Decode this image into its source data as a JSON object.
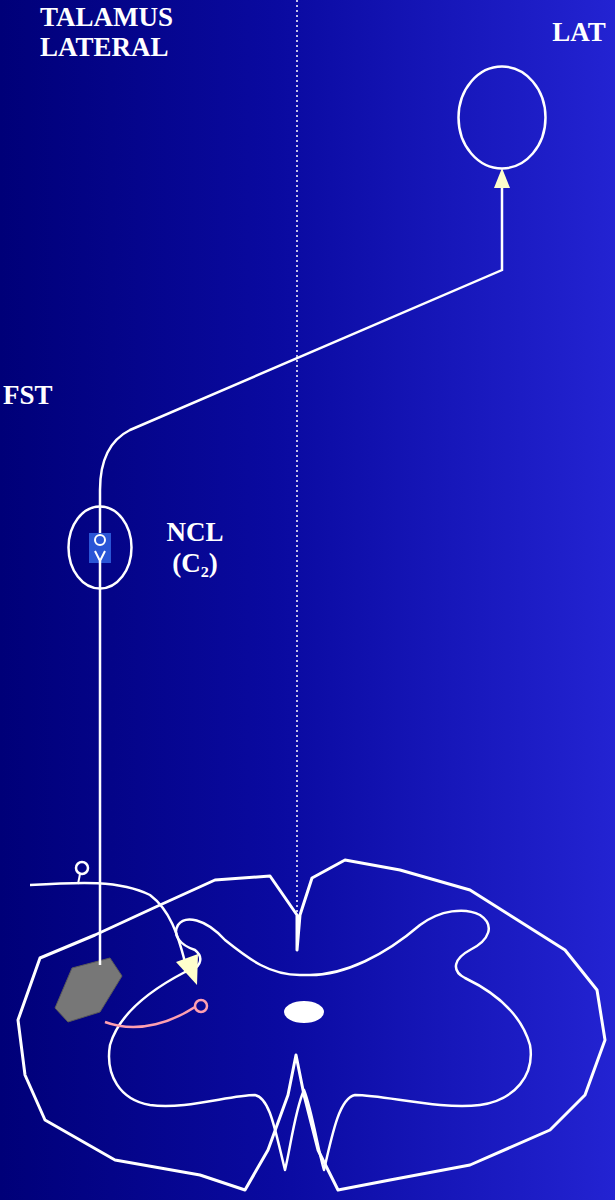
{
  "diagram": {
    "nodes": [
      {
        "text": [
          "LAT"
        ]
      },
      {
        "text": [
          "NCL (C₂)"
        ]
      }
    ],
    "edges": [
      {
        "from": 1,
        "to": 0,
        "arrow": "to"
      }
    ],
    "labels": [
      "TALAMUS",
      "LATERAL",
      "FST"
    ]
  }
}
